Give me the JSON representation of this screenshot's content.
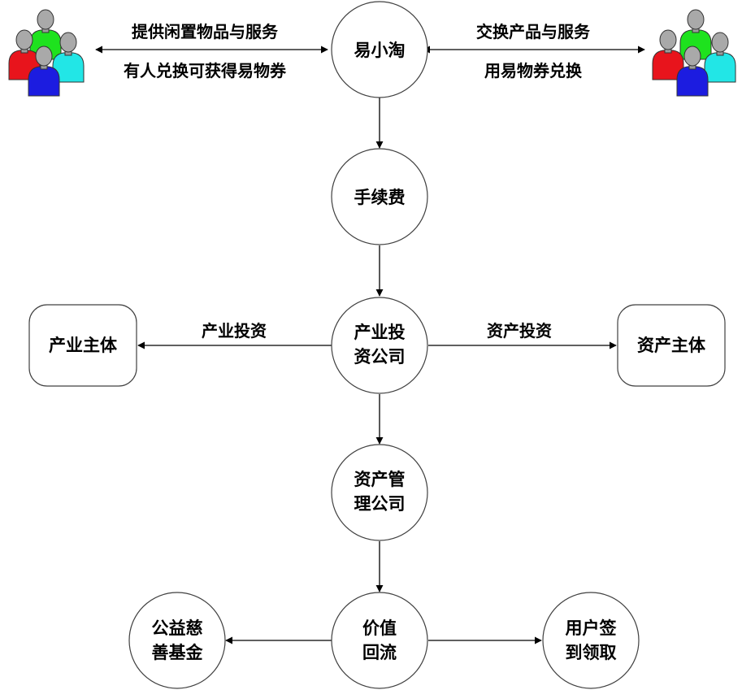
{
  "nodes": {
    "yixiaotao": "易小淘",
    "fee": "手续费",
    "investment_co_line1": "产业投",
    "investment_co_line2": "资公司",
    "industry_entity": "产业主体",
    "asset_entity": "资产主体",
    "asset_mgmt_line1": "资产管",
    "asset_mgmt_line2": "理公司",
    "value_return_line1": "价值",
    "value_return_line2": "回流",
    "charity_line1": "公益慈",
    "charity_line2": "善基金",
    "user_checkin_line1": "用户签",
    "user_checkin_line2": "到领取"
  },
  "edges": {
    "left_top_label": "提供闲置物品与服务",
    "left_bottom_label": "有人兑换可获得易物券",
    "right_top_label": "交换产品与服务",
    "right_bottom_label": "用易物券兑换",
    "industry_investment": "产业投资",
    "asset_investment": "资产投资"
  },
  "icons": {
    "left_group": "user-group-icon",
    "right_group": "user-group-icon"
  },
  "colors": {
    "person_red": "#e8141c",
    "person_green": "#1ee21e",
    "person_cyan": "#22e6e6",
    "person_blue": "#1c1ce0",
    "person_head": "#a9a9a9"
  }
}
